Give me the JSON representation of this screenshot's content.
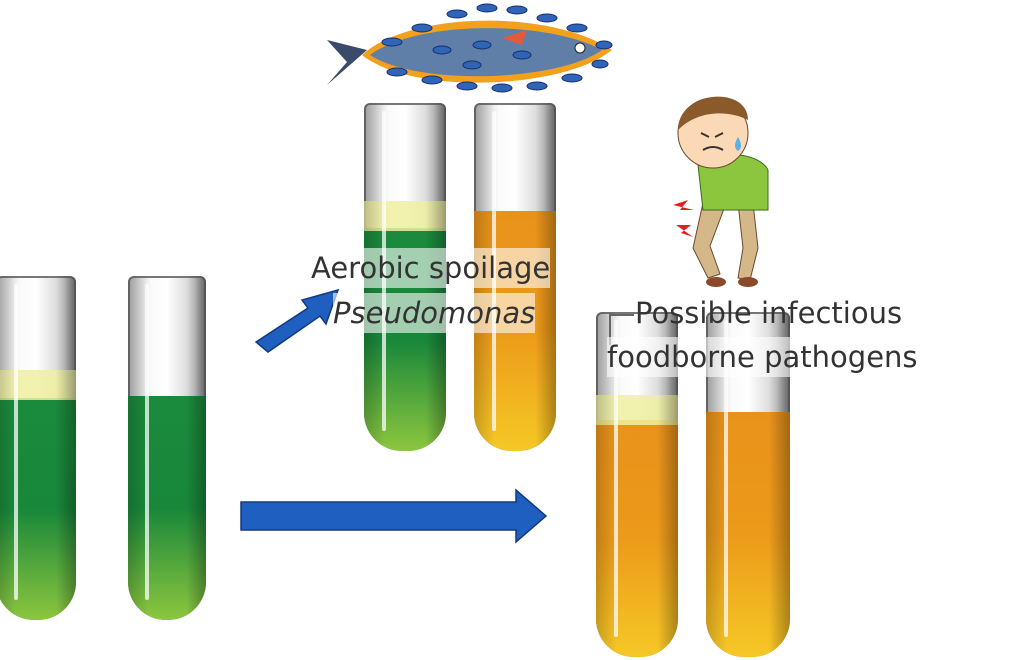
{
  "labels": {
    "aerobic": "Aerobic spoilage",
    "pseudomonas": "Pseudomonas",
    "possible": "Possible infectious",
    "foodborne": "foodborne pathogens"
  },
  "colors": {
    "arrow": "#1f5fbf",
    "green": "#1b8a3c",
    "orange": "#e8921a"
  }
}
